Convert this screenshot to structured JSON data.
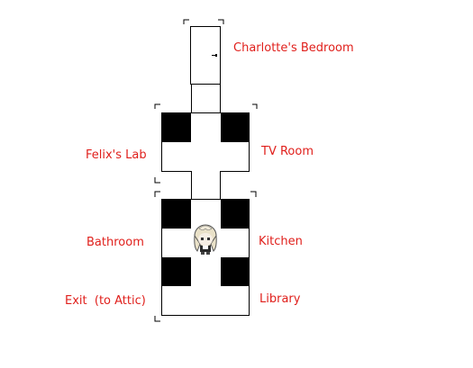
{
  "colors": {
    "label": "#e0201c",
    "floor": "#ffffff",
    "wall": "#000000",
    "dark_tile": "#000000"
  },
  "rooms": {
    "charlottes_bedroom": "Charlotte's Bedroom",
    "felixs_lab": "Felix's Lab",
    "tv_room": "TV Room",
    "bathroom": "Bathroom",
    "kitchen": "Kitchen",
    "exit": "Exit  (to Attic)",
    "library": "Library"
  },
  "player": {
    "icon": "character-sprite-icon",
    "hair_color": "#e9e1c8"
  }
}
